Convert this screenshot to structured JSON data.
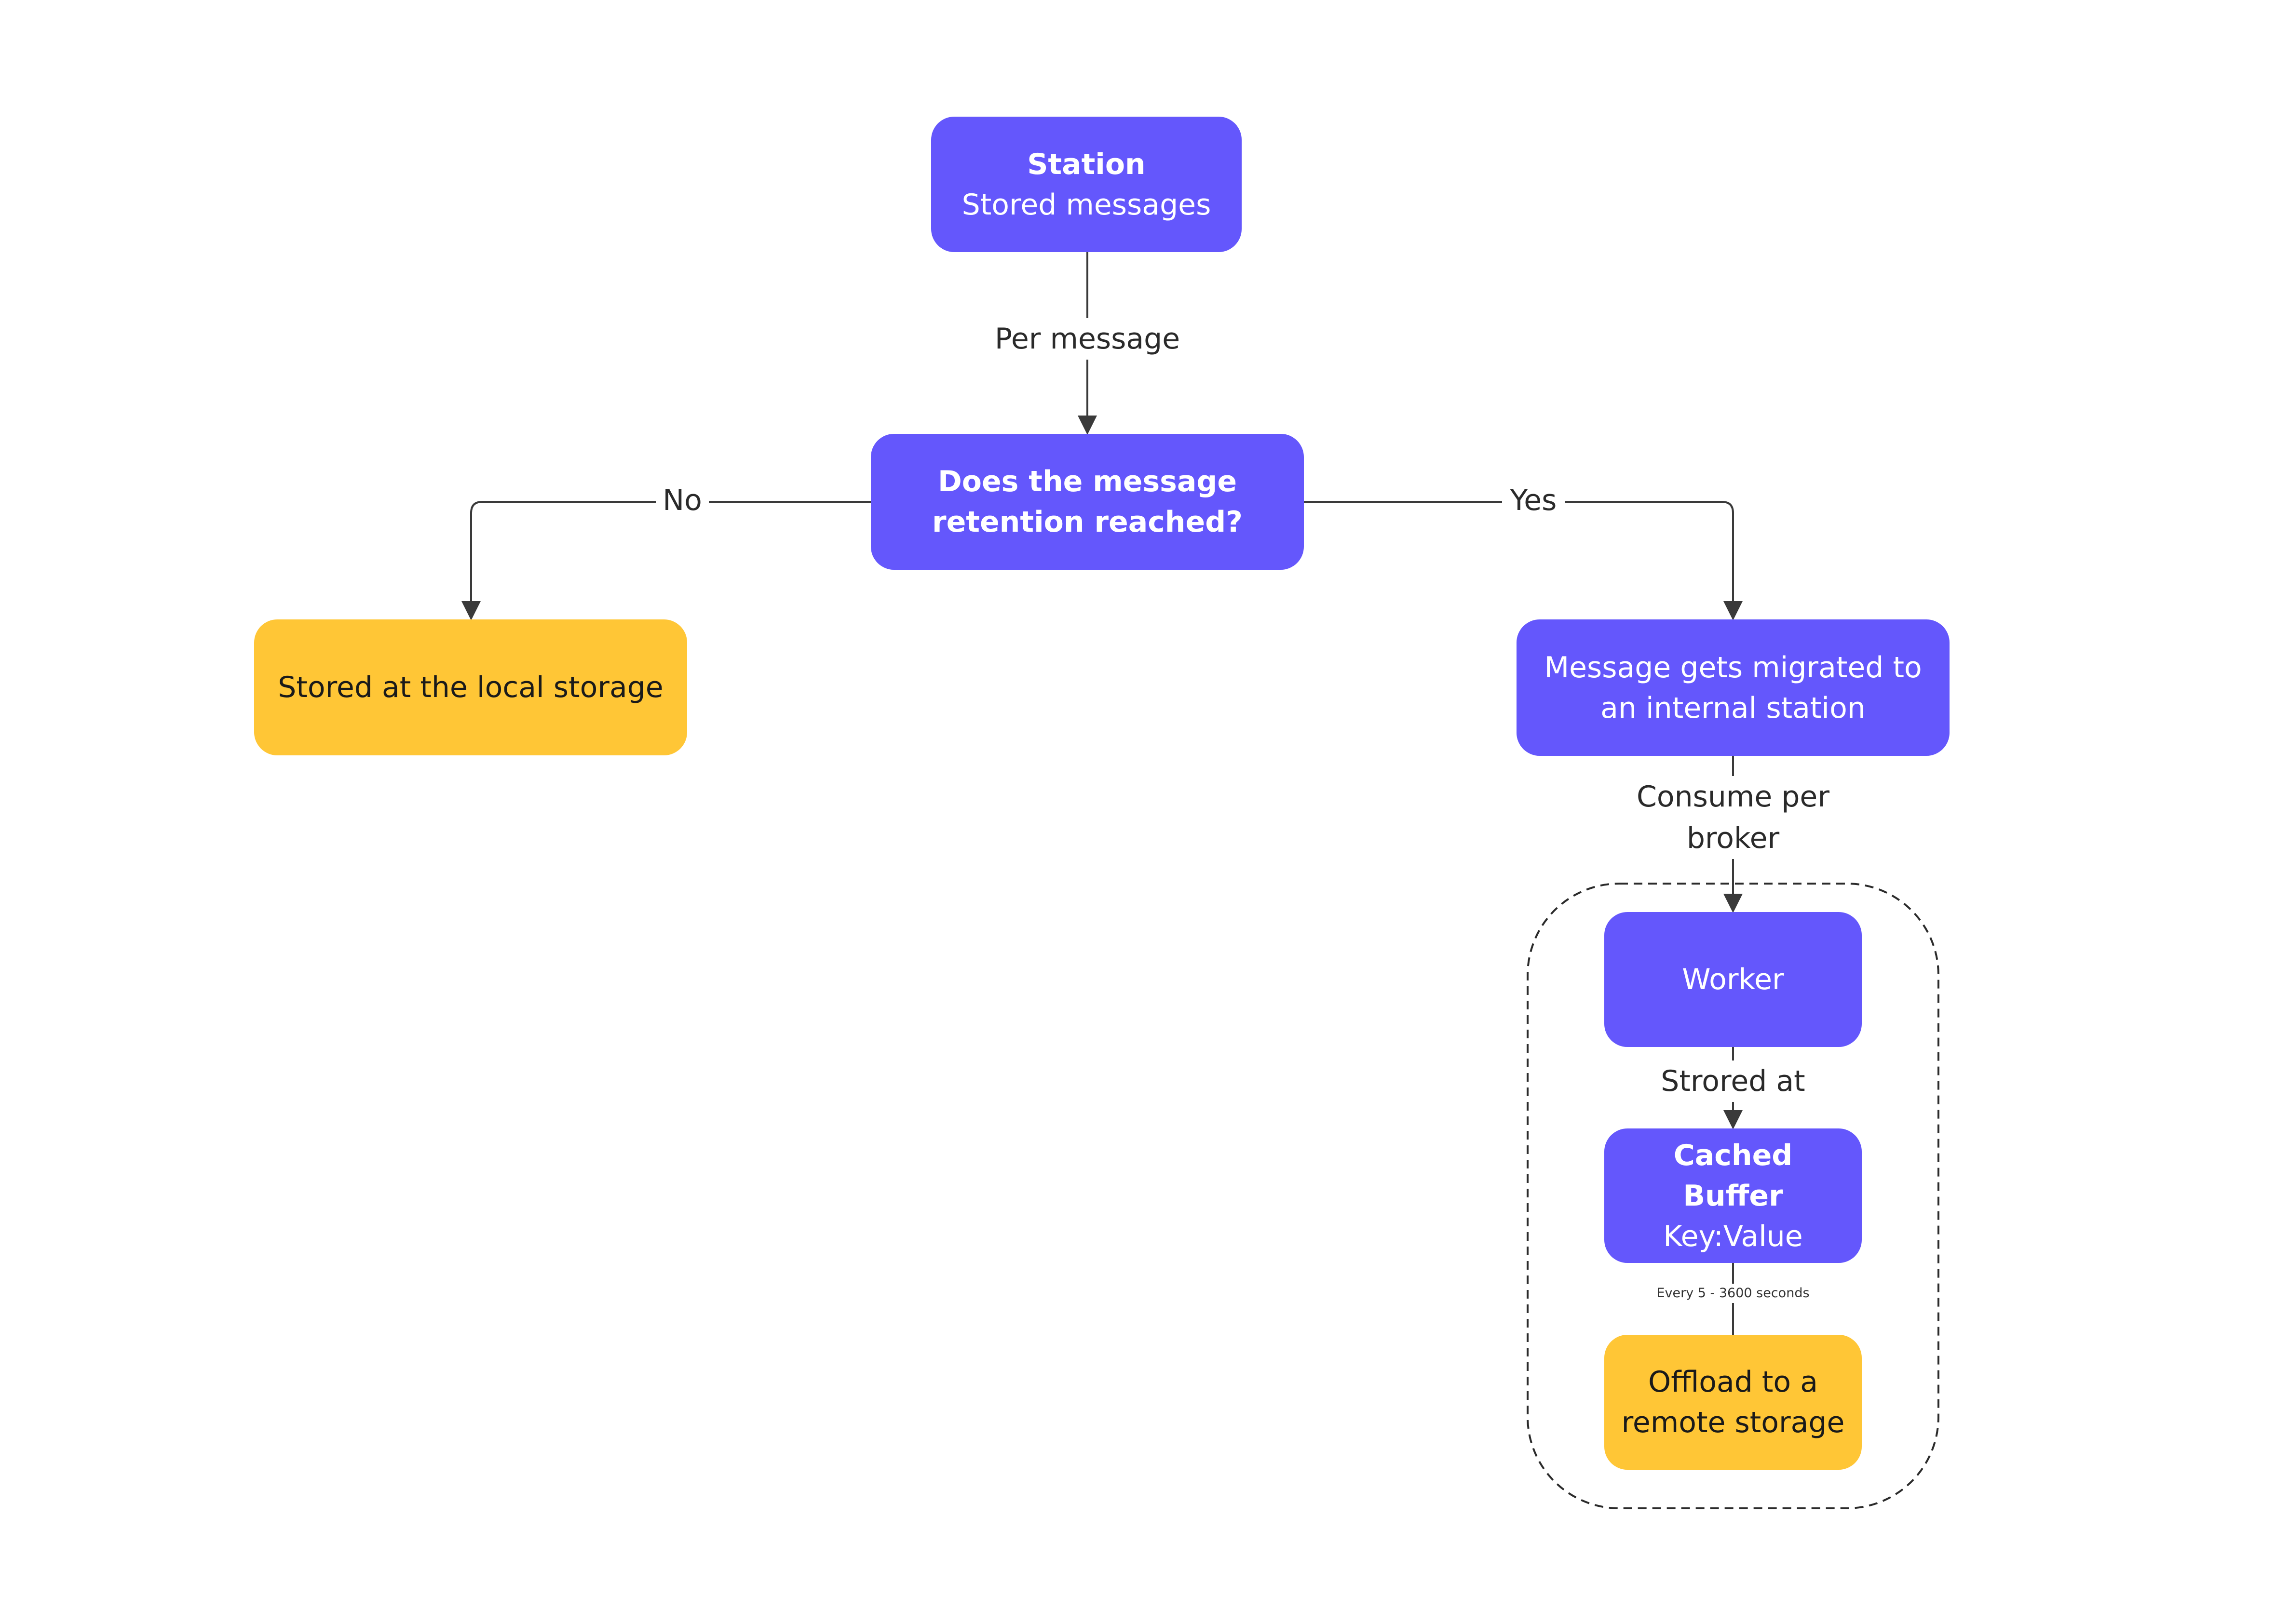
{
  "colors": {
    "process": "#6457fc",
    "terminal": "#ffc636",
    "connector": "#3a3a3a"
  },
  "nodes": {
    "station": {
      "title": "Station",
      "subtitle": "Stored messages"
    },
    "decision": {
      "text": "Does the message retention reached?"
    },
    "local_storage": {
      "text": "Stored at the local storage"
    },
    "migrated": {
      "text": "Message gets migrated to an internal station"
    },
    "worker": {
      "text": "Worker"
    },
    "cached_buffer": {
      "title": "Cached Buffer",
      "subtitle": "Key:Value"
    },
    "offload": {
      "text": "Offload to a remote storage"
    }
  },
  "edges": {
    "per_message": "Per message",
    "no": "No",
    "yes": "Yes",
    "consume": "Consume per broker",
    "stored_at": "Strored at",
    "interval": "Every 5 - 3600 seconds"
  }
}
